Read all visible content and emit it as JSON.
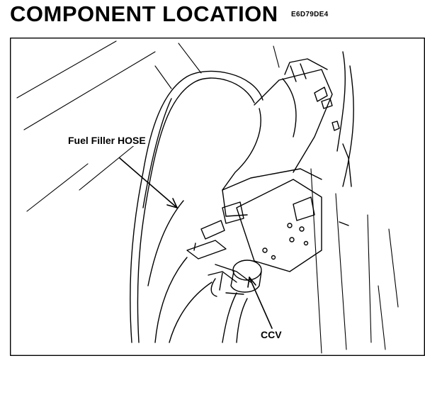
{
  "header": {
    "title": "COMPONENT LOCATION",
    "doc_code": "E6D79DE4"
  },
  "figure": {
    "labels": {
      "fuel_filler_hose": "Fuel Filler HOSE",
      "ccv": "CCV"
    }
  }
}
